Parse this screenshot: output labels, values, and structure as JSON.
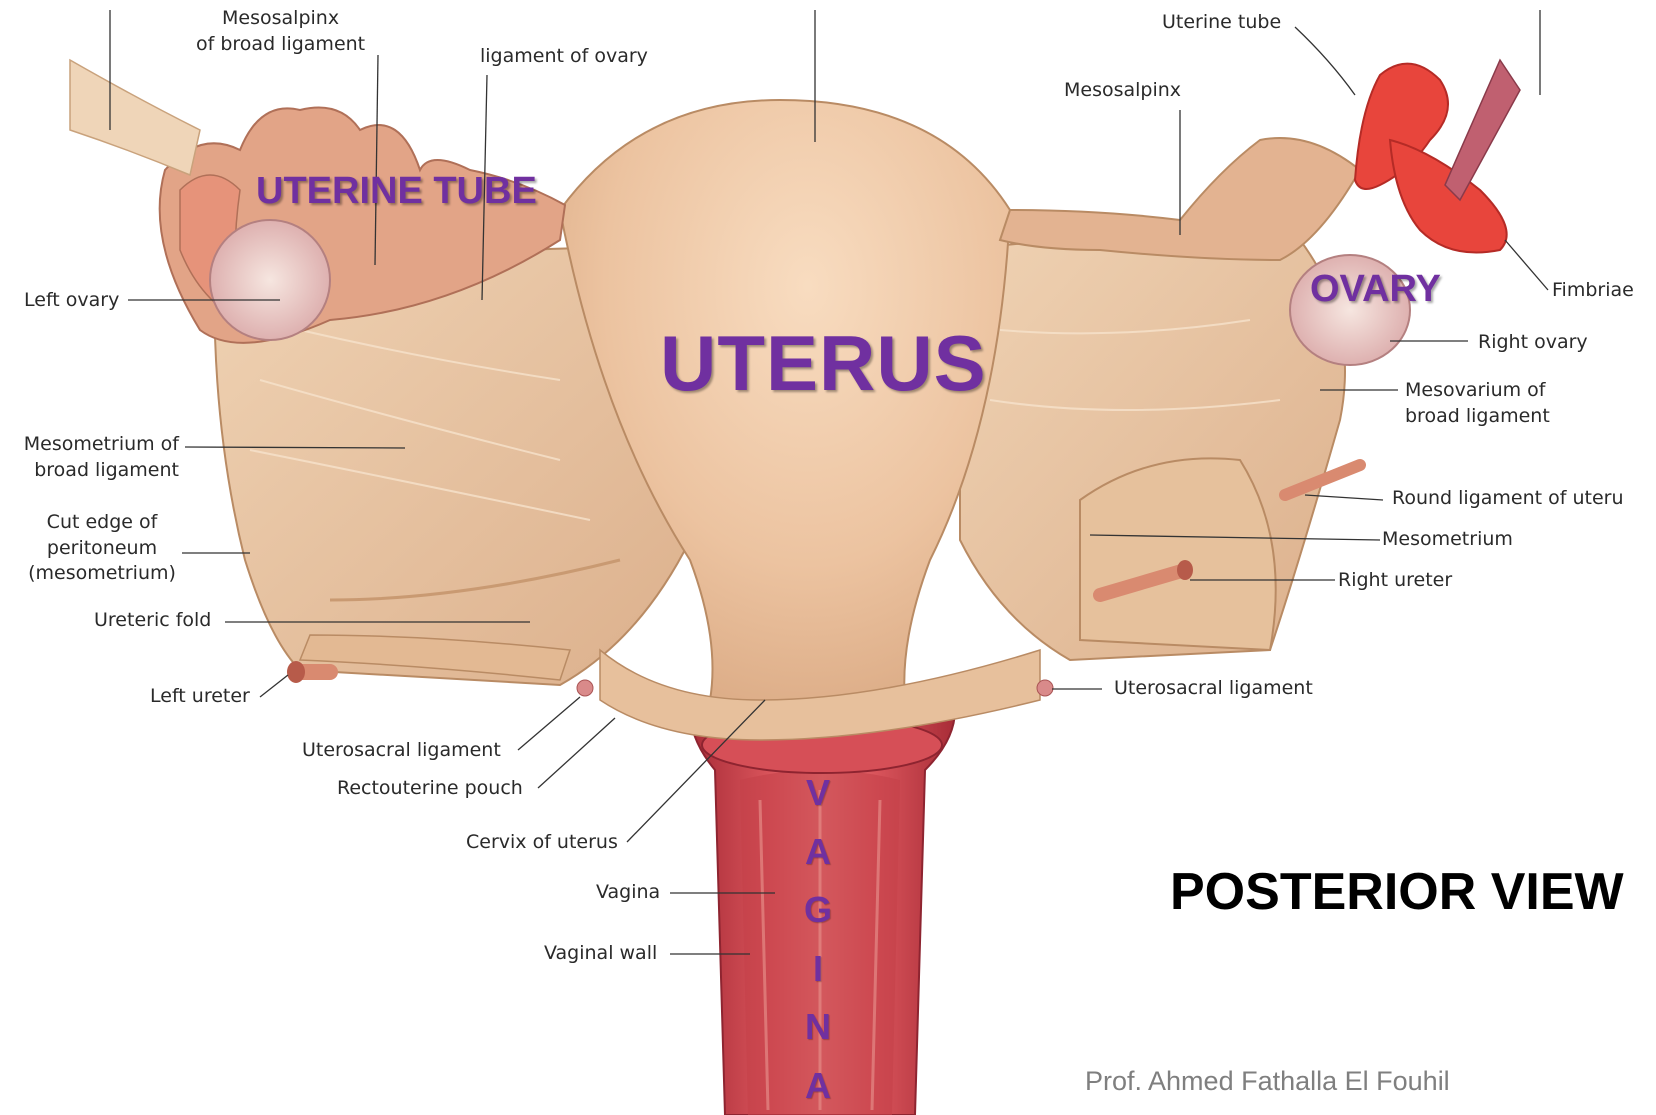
{
  "colors": {
    "tissue": "#e9c6a3",
    "tissue_dark": "#c99a72",
    "tube_pink": "#dc8f7c",
    "fimbriae_red": "#e8453c",
    "vagina_red": "#c94048",
    "accent_purple": "#7030a0",
    "leader_line": "#333333"
  },
  "titles": {
    "uterus": "UTERUS",
    "uterine_tube": "UTERINE TUBE",
    "ovary": "OVARY",
    "vagina_letters": [
      "V",
      "A",
      "G",
      "I",
      "N",
      "A"
    ],
    "view": "POSTERIOR VIEW"
  },
  "labels": {
    "mesosalpinx_broad": [
      "Mesosalpinx",
      "of broad ligament"
    ],
    "ligament_of_ovary": "ligament of ovary",
    "uterine_tube": "Uterine tube",
    "mesosalpinx": "Mesosalpinx",
    "left_ovary": "Left ovary",
    "fimbriae": "Fimbriae",
    "right_ovary": "Right ovary",
    "mesovarium": [
      "Mesovarium of",
      "broad ligament"
    ],
    "mesometrium_broad": [
      "Mesometrium of",
      "broad ligament"
    ],
    "round_ligament": "Round ligament of uteru",
    "cut_edge": [
      "Cut edge of",
      "peritoneum",
      "(mesometrium)"
    ],
    "mesometrium": "Mesometrium",
    "right_ureter": "Right ureter",
    "ureteric_fold": "Ureteric fold",
    "left_ureter": "Left ureter",
    "uterosacral_right": "Uterosacral ligament",
    "uterosacral_left": "Uterosacral ligament",
    "rectouterine_pouch": "Rectouterine pouch",
    "cervix": "Cervix of uterus",
    "vagina": "Vagina",
    "vaginal_wall": "Vaginal wall"
  },
  "credit": "Prof. Ahmed Fathalla El Fouhil"
}
